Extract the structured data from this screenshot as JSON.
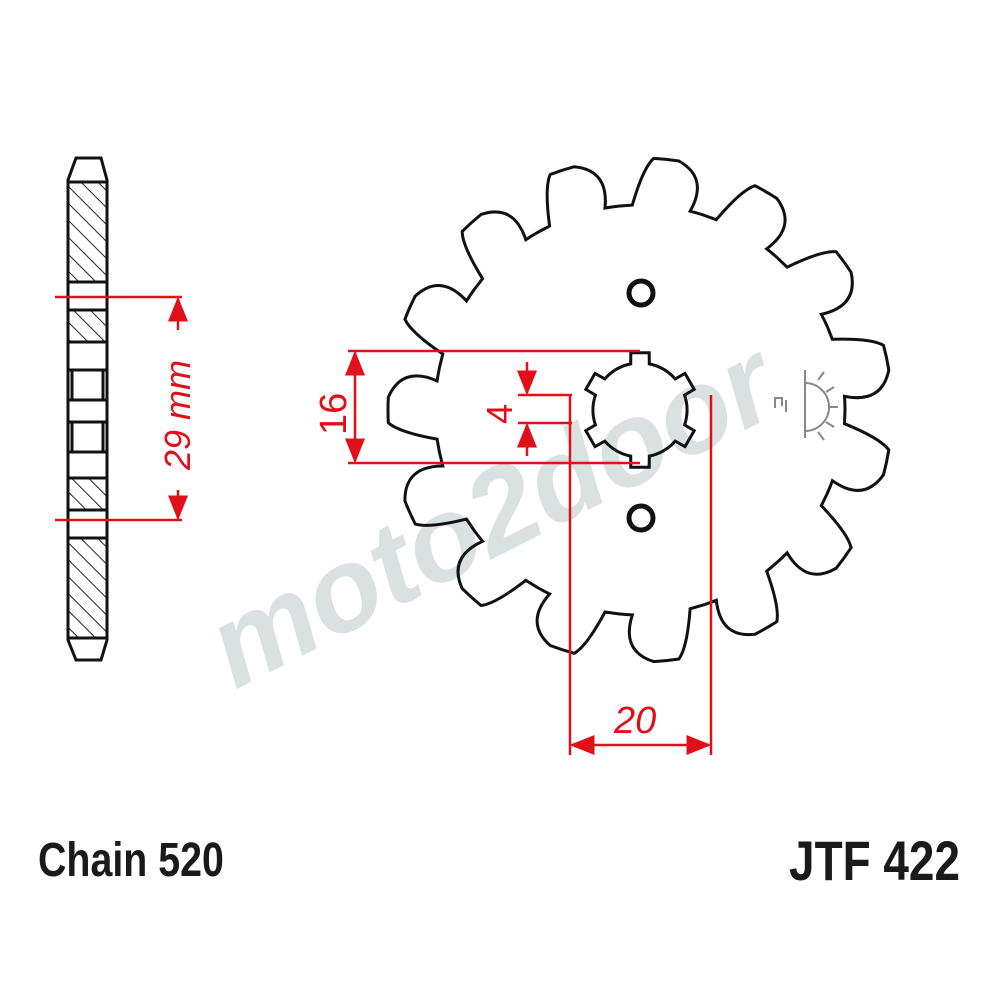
{
  "drawing": {
    "chain_label": "Chain 520",
    "part_number": "JTF 422",
    "teeth": 15,
    "watermark": "moto2door",
    "dimensions": {
      "side_width": "29 mm",
      "spline_diameter": "16",
      "spline_width": "4",
      "hub_diameter": "20"
    }
  },
  "colors": {
    "outline": "#111111",
    "dimension": "#e0101a",
    "watermark": "#cfd6d6",
    "watermark_accent": "#c8f0ea"
  }
}
